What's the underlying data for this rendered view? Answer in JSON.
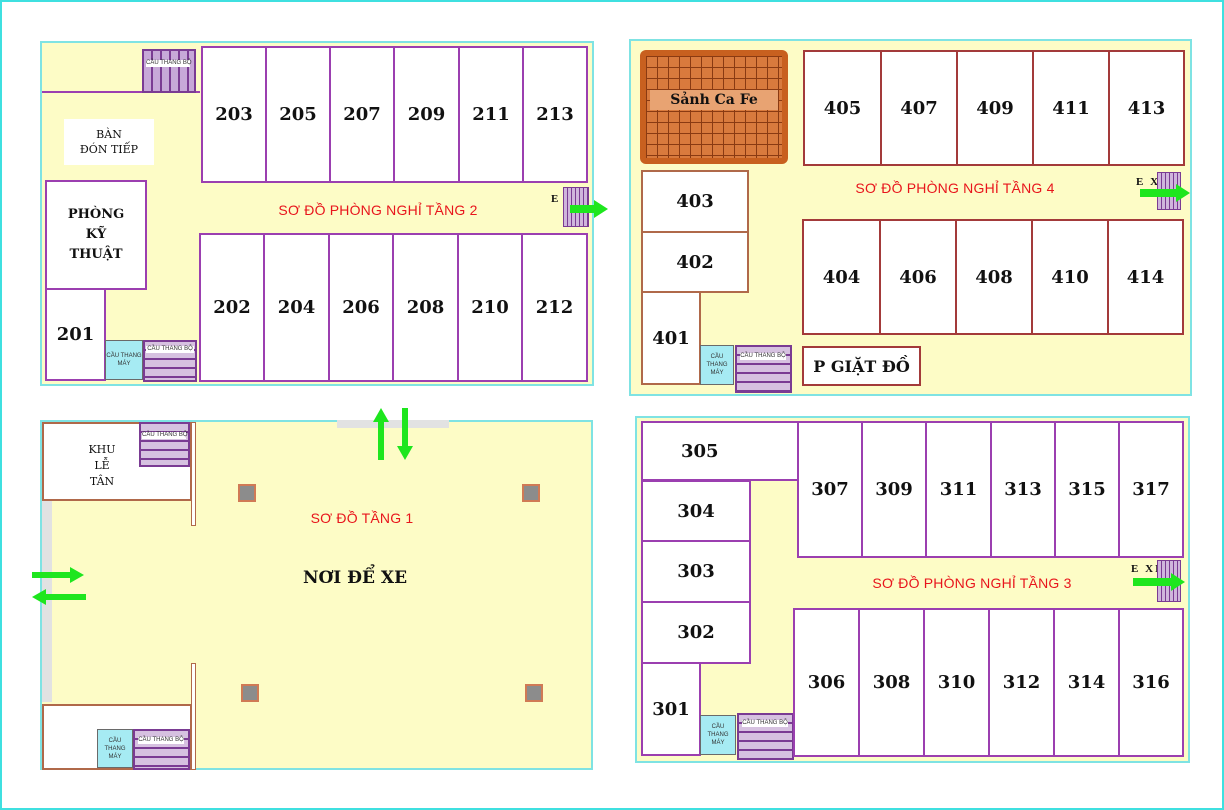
{
  "colors": {
    "panel_bg": "#fdfcc6",
    "panel_border": "#7fe3e3",
    "title": "#e8151c",
    "arrow": "#1ee61e",
    "stairs": "#7a3b93",
    "elevator": "#a6ebf3",
    "cafe": "#c8601f"
  },
  "icons": {
    "stairs": "stairs-icon",
    "elevator": "elevator-icon",
    "exit_arrow": "green-arrow-icon",
    "pillar": "pillar-icon"
  },
  "labels": {
    "stairs": "CẦU THANG BỘ",
    "elevator_line1": "CẦU THANG",
    "elevator_line2": "MÁY",
    "exit": "E XIT"
  },
  "floor2": {
    "title": "SƠ ĐỒ PHÒNG NGHỈ TẦNG 2",
    "reception": [
      "BÀN",
      "ĐÓN TIẾP"
    ],
    "tech_room": [
      "PHÒNG",
      "KỸ",
      "THUẬT"
    ],
    "top_rooms": [
      "203",
      "205",
      "207",
      "209",
      "211",
      "213"
    ],
    "bottom_rooms": [
      "202",
      "204",
      "206",
      "208",
      "210",
      "212"
    ],
    "corner_room": "201"
  },
  "floor4": {
    "title": "SƠ ĐỒ PHÒNG NGHỈ TẦNG 4",
    "cafe": "Sảnh Ca Fe",
    "top_rooms": [
      "405",
      "407",
      "409",
      "411",
      "413"
    ],
    "bottom_rooms": [
      "404",
      "406",
      "408",
      "410",
      "414"
    ],
    "left_rooms": [
      "403",
      "402",
      "401"
    ],
    "laundry": "P GIẶT ĐỒ"
  },
  "floor1": {
    "title": "SƠ ĐỒ TẦNG 1",
    "parking": "NƠI ĐỂ XE",
    "reception": [
      "KHU",
      "LỄ TÂN"
    ]
  },
  "floor3": {
    "title": "SƠ ĐỒ PHÒNG NGHỈ TẦNG 3",
    "top_rooms": [
      "307",
      "309",
      "311",
      "313",
      "315",
      "317"
    ],
    "bottom_rooms": [
      "306",
      "308",
      "310",
      "312",
      "314",
      "316"
    ],
    "left_rooms": [
      "305",
      "304",
      "303",
      "302",
      "301"
    ]
  }
}
